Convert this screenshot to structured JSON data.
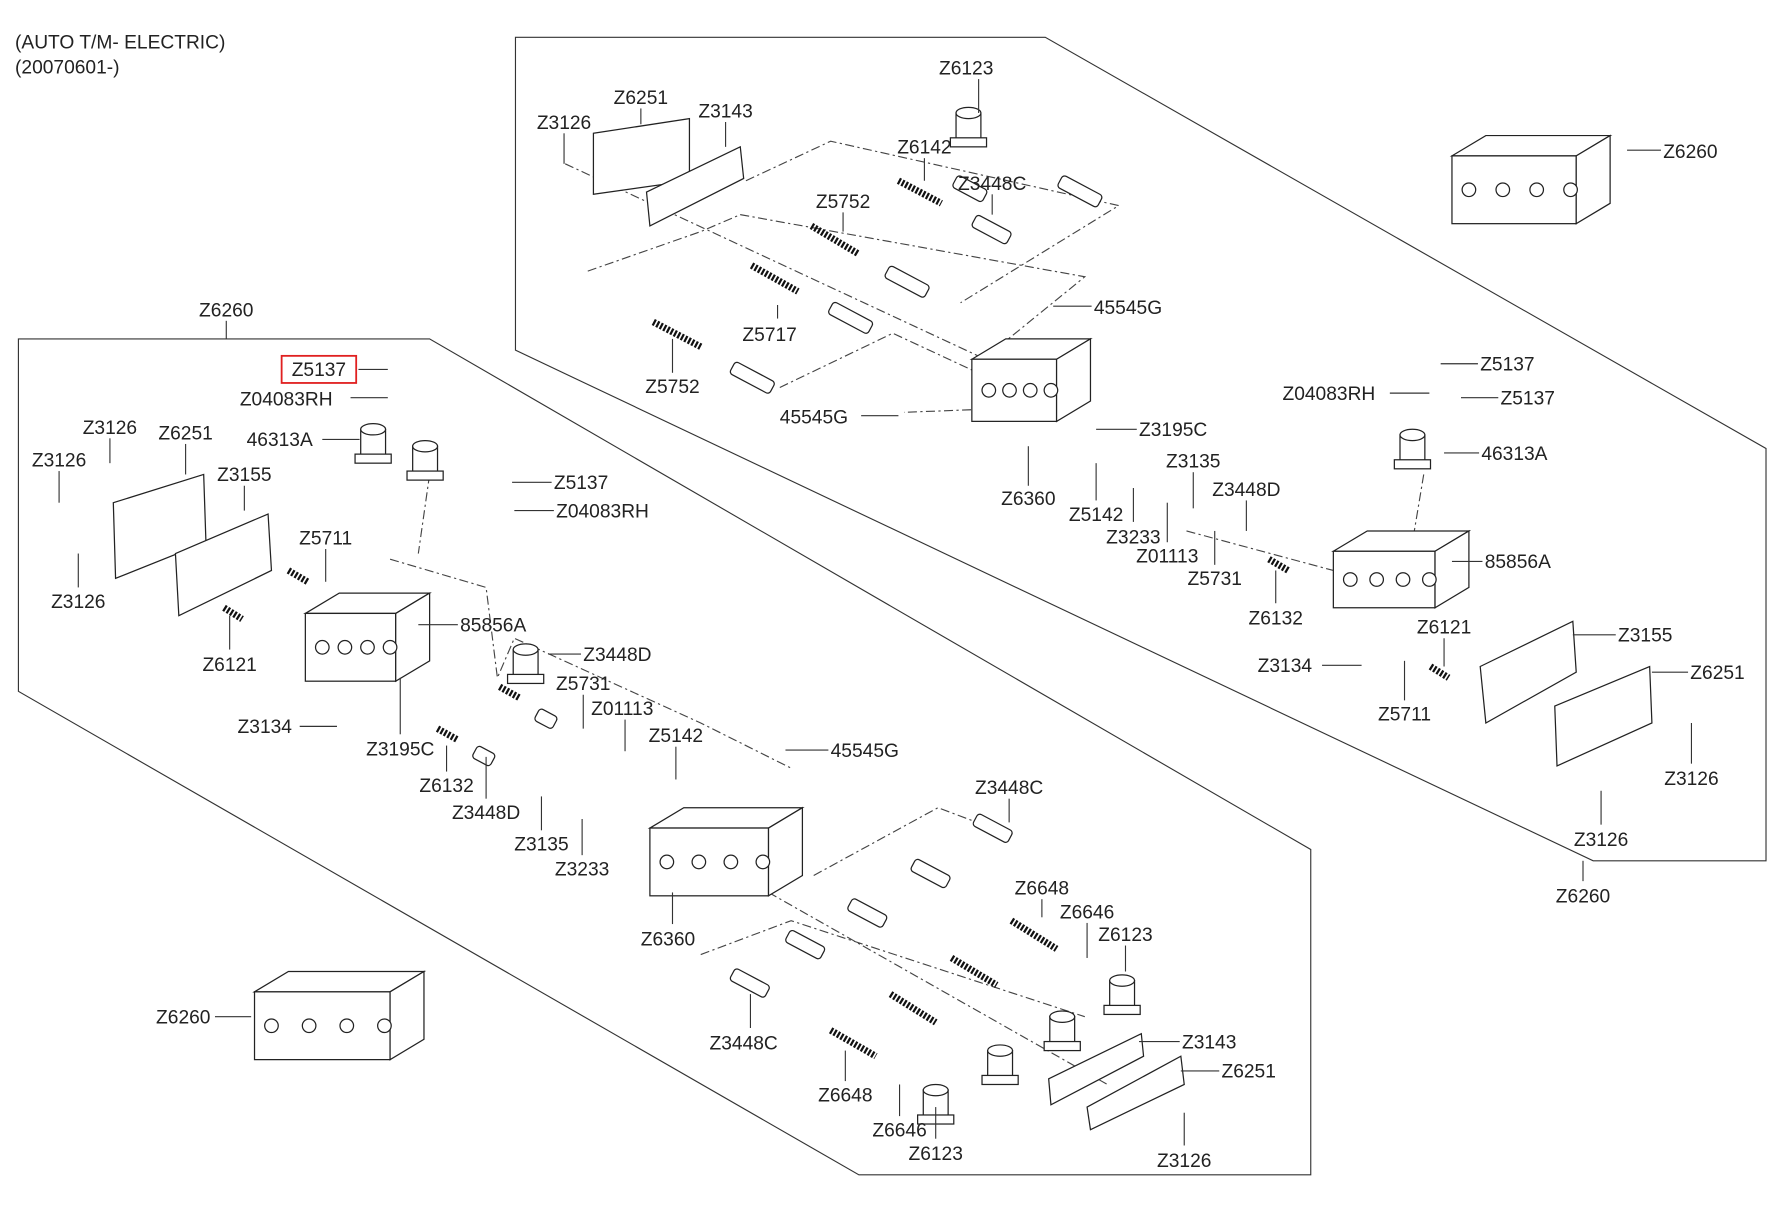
{
  "title": {
    "line1": "(AUTO T/M- ELECTRIC)",
    "line2": "(20070601-)"
  },
  "highlight_color": "#e02020",
  "highlighted_part": "Z5137",
  "labels": [
    "Z6123",
    "Z6251",
    "Z3143",
    "Z3126",
    "Z6142",
    "Z3448C",
    "Z5752",
    "Z6260",
    "45545G",
    "Z5717",
    "Z5752",
    "45545G",
    "Z3195C",
    "Z6360",
    "Z5142",
    "Z3135",
    "Z3233",
    "Z3448D",
    "Z01113",
    "Z5731",
    "Z5137",
    "Z04083RH",
    "Z5137",
    "46313A",
    "85856A",
    "Z6132",
    "Z6121",
    "Z3155",
    "Z3134",
    "Z6251",
    "Z5711",
    "Z3126",
    "Z3126",
    "Z6260",
    "Z6260",
    "Z5137",
    "Z04083RH",
    "Z3126",
    "Z6251",
    "46313A",
    "Z3126",
    "Z3155",
    "Z5137",
    "Z04083RH",
    "Z5711",
    "Z3126",
    "85856A",
    "Z6121",
    "Z3448D",
    "Z5731",
    "Z01113",
    "Z3134",
    "Z5142",
    "45545G",
    "Z3195C",
    "Z6132",
    "Z3448D",
    "Z3448C",
    "Z3135",
    "Z3233",
    "Z6648",
    "Z6646",
    "Z6360",
    "Z6123",
    "Z6260",
    "Z3448C",
    "Z3143",
    "Z6251",
    "Z6648",
    "Z6646",
    "Z6123",
    "Z3126"
  ]
}
